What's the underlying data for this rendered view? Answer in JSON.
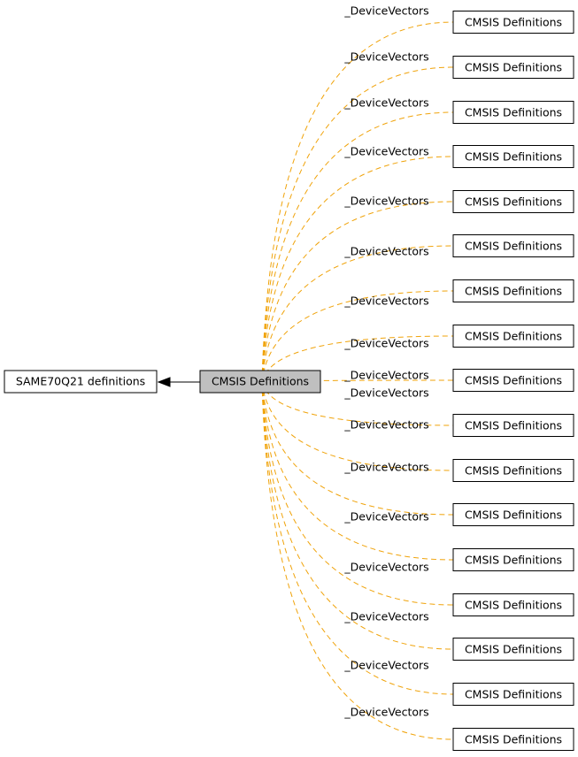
{
  "colors": {
    "edge": "#f0a30a",
    "arrow": "#000000",
    "node_border": "#000000",
    "node_fill": "#ffffff",
    "current_fill": "#bfbfbf"
  },
  "parent_node": {
    "label": "SAME70Q21 definitions"
  },
  "current_node": {
    "label": "CMSIS Definitions"
  },
  "edge_label": "_DeviceVectors",
  "child_nodes": [
    {
      "label": "CMSIS Definitions",
      "edge_label": "_DeviceVectors"
    },
    {
      "label": "CMSIS Definitions",
      "edge_label": "_DeviceVectors"
    },
    {
      "label": "CMSIS Definitions",
      "edge_label": "_DeviceVectors"
    },
    {
      "label": "CMSIS Definitions",
      "edge_label": "_DeviceVectors"
    },
    {
      "label": "CMSIS Definitions",
      "edge_label": "_DeviceVectors"
    },
    {
      "label": "CMSIS Definitions",
      "edge_label": "_DeviceVectors"
    },
    {
      "label": "CMSIS Definitions",
      "edge_label": "_DeviceVectors"
    },
    {
      "label": "CMSIS Definitions",
      "edge_label": "_DeviceVectors"
    },
    {
      "label": "CMSIS Definitions",
      "edge_label": "_DeviceVectors"
    },
    {
      "label": "CMSIS Definitions",
      "edge_label": "_DeviceVectors"
    },
    {
      "label": "CMSIS Definitions",
      "edge_label": "_DeviceVectors"
    },
    {
      "label": "CMSIS Definitions",
      "edge_label": "_DeviceVectors"
    },
    {
      "label": "CMSIS Definitions",
      "edge_label": "_DeviceVectors"
    },
    {
      "label": "CMSIS Definitions",
      "edge_label": "_DeviceVectors"
    },
    {
      "label": "CMSIS Definitions",
      "edge_label": "_DeviceVectors"
    },
    {
      "label": "CMSIS Definitions",
      "edge_label": "_DeviceVectors"
    },
    {
      "label": "CMSIS Definitions",
      "edge_label": "_DeviceVectors"
    }
  ]
}
